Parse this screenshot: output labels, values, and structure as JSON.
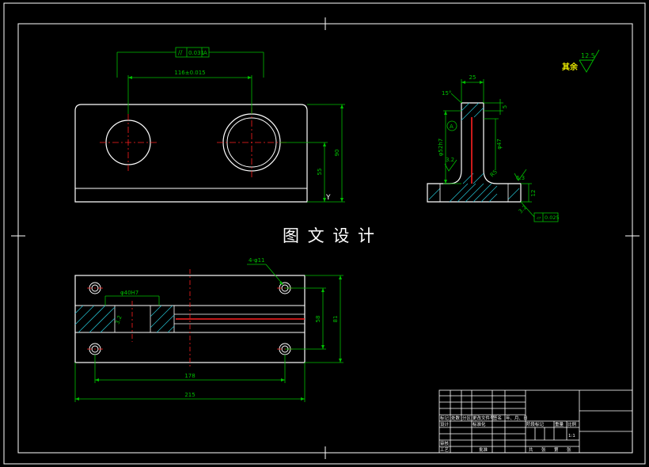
{
  "watermark": "图 文 设 计",
  "colors": {
    "background": "#000000",
    "outline": "#ffffff",
    "dimension": "#00c000",
    "centerline": "#ff2020",
    "hatch": "#22b8c8",
    "annotation_yellow": "#e8e800"
  },
  "front_view": {
    "parallel_tol_value": "0.031",
    "parallel_tol_datum": "A",
    "dim_hole_spacing": "116±0.015",
    "dim_height_overall": "90",
    "dim_height_center": "55",
    "datum_y_label": "Y"
  },
  "side_view": {
    "dim_top_width": "25",
    "dim_angle": "15°",
    "dim_small_height": "5",
    "dim_bore": "φ52h7",
    "dim_boss": "φ47",
    "roughness_3_2": "3.2",
    "dim_fillet": "R5",
    "roughness_6_3": "6.3",
    "dim_base_thickness": "12",
    "roughness_3_2b": "3.2",
    "flat_tol_value": "0.025",
    "datum_a_label": "A"
  },
  "surface_finish": {
    "label": "其余",
    "value": "12.5"
  },
  "top_view": {
    "hole_callout": "4-φ11",
    "bore_dim": "φ40H7",
    "dim_inner_height": "58",
    "dim_outer_height": "81",
    "dim_hole_spacing": "178",
    "dim_overall_width": "215",
    "roughness": "3.2"
  },
  "title_block": {
    "row_header": [
      "标记",
      "处数",
      "分区",
      "更改文件号",
      "签名",
      "年、月、日"
    ],
    "design_label": "设计",
    "standardization_label": "标准化",
    "stage_header": [
      "阶段标记",
      "重量",
      "比例"
    ],
    "scale_value": "1:1",
    "review_label": "审核",
    "process_label": "工艺",
    "approve_label": "批准",
    "sheet_info": [
      "共",
      "张",
      "第",
      "张"
    ]
  }
}
